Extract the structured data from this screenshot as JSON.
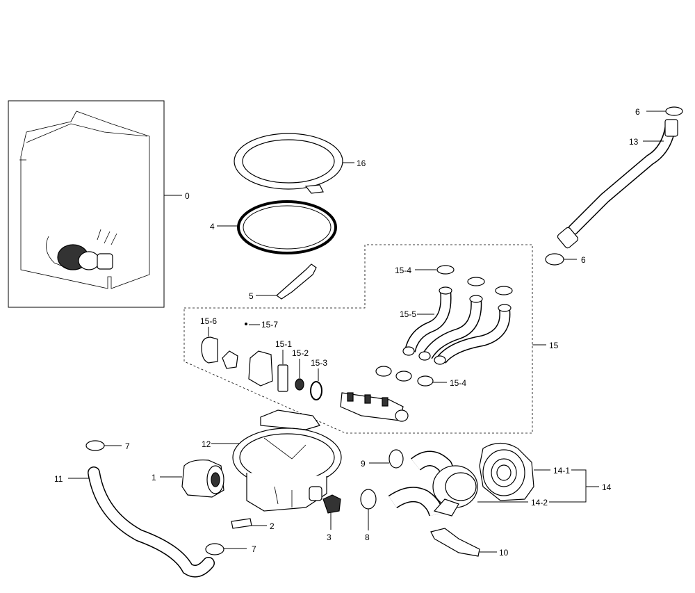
{
  "labels": {
    "l0": "0",
    "l1": "1",
    "l2": "2",
    "l3": "3",
    "l4": "4",
    "l5": "5",
    "l6a": "6",
    "l6b": "6",
    "l7a": "7",
    "l7b": "7",
    "l8": "8",
    "l9": "9",
    "l10": "10",
    "l11": "11",
    "l12": "12",
    "l13": "13",
    "l14": "14",
    "l14_1": "14-1",
    "l14_2": "14-2",
    "l15": "15",
    "l15_1": "15-1",
    "l15_2": "15-2",
    "l15_3": "15-3",
    "l15_4a": "15-4",
    "l15_4b": "15-4",
    "l15_5": "15-5",
    "l15_6": "15-6",
    "l15_7": "15-7",
    "l16": "16"
  }
}
